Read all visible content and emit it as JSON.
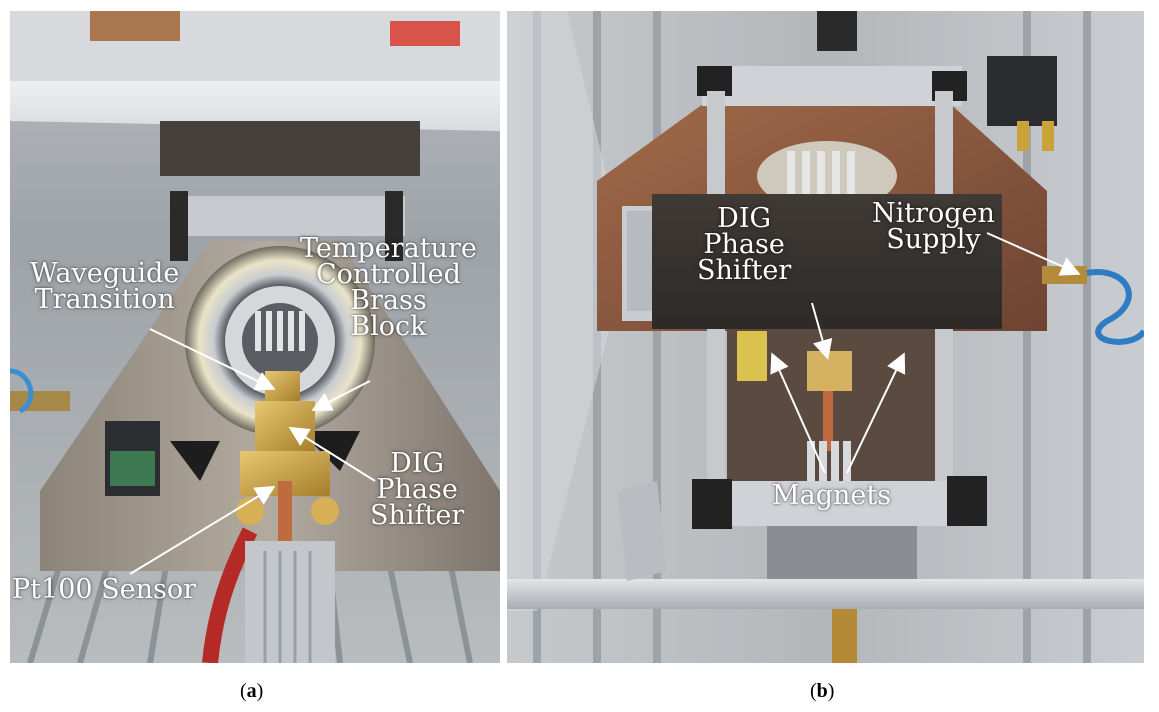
{
  "panels": {
    "a": {
      "caption_open": "(",
      "caption_letter": "a",
      "caption_close": ")",
      "labels": {
        "waveguide": [
          "Waveguide",
          "Transition"
        ],
        "temperature": [
          "Temperature",
          "Controlled",
          "Brass",
          "Block"
        ],
        "dig": [
          "DIG",
          "Phase",
          "Shifter"
        ],
        "pt100": "Pt100 Sensor"
      }
    },
    "b": {
      "caption_open": "(",
      "caption_letter": "b",
      "caption_close": ")",
      "labels": {
        "dig": [
          "DIG",
          "Phase",
          "Shifter"
        ],
        "nitrogen": [
          "Nitrogen",
          "Supply"
        ],
        "magnets": "Magnets"
      }
    }
  },
  "colors": {
    "label_text": "#ffffff",
    "arrow": "#ffffff"
  }
}
